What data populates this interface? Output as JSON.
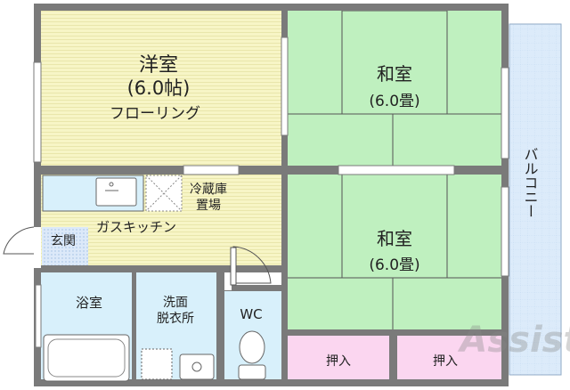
{
  "rooms": {
    "western": {
      "name": "洋室",
      "size": "(6.0帖)",
      "floor": "フローリング"
    },
    "japanese_top": {
      "name": "和室",
      "size": "(6.0畳)"
    },
    "japanese_bottom": {
      "name": "和室",
      "size": "(6.0畳)"
    },
    "balcony": {
      "label": "バルコニー"
    },
    "fridge": {
      "line1": "冷蔵庫",
      "line2": "置場"
    },
    "kitchen": {
      "label": "ガスキッチン"
    },
    "entrance": {
      "label": "玄関"
    },
    "bath": {
      "label": "浴室"
    },
    "washroom": {
      "line1": "洗面",
      "line2": "脱衣所"
    },
    "toilet": {
      "label": "WC"
    },
    "closet_left": {
      "label": "押入"
    },
    "closet_right": {
      "label": "押入"
    }
  },
  "watermark": {
    "text": "Assist"
  },
  "colors": {
    "wall": "#7a7a7a",
    "flooring": "#f7f5c6",
    "tatami": "#bff0bf",
    "balcony": "#dcebfa",
    "kitchen_counter": "#d8f0fb",
    "wet_area": "#d8f0fb",
    "entrance": "#dce9f9",
    "closet": "#fbd6f0"
  }
}
